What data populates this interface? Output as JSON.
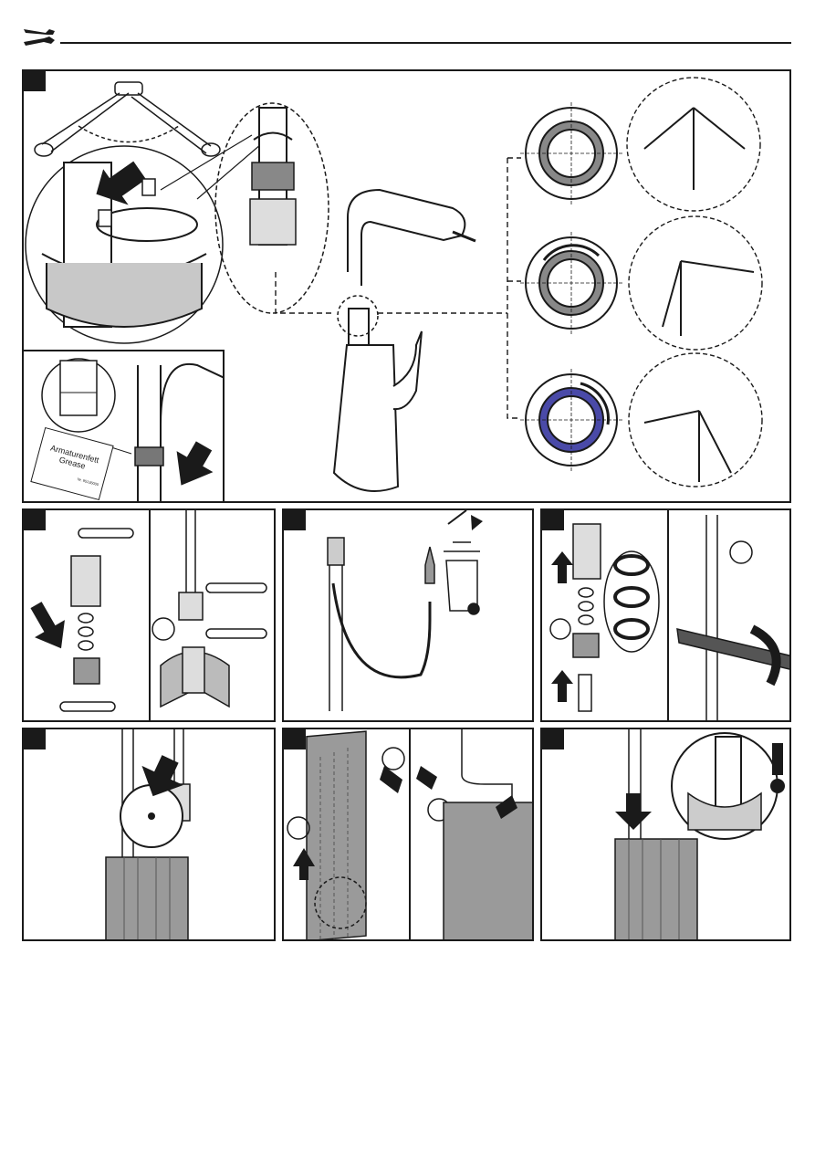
{
  "header": {
    "icon": "tools-icon"
  },
  "grease_card": {
    "line1": "Armaturenfett",
    "line2": "Grease",
    "small": "Nr. 95136000"
  },
  "panels": [
    {
      "id": "step-1",
      "content": "handle rotation and clip adjustment"
    },
    {
      "id": "step-2",
      "content": "remove connector and seals"
    },
    {
      "id": "step-3",
      "content": "dispose of hose insert"
    },
    {
      "id": "step-4",
      "content": "mount seals and tighten connector"
    },
    {
      "id": "step-5",
      "content": "attach weight"
    },
    {
      "id": "step-6",
      "content": "assemble weight rail"
    },
    {
      "id": "step-7",
      "content": "clip rail to hose"
    }
  ],
  "colors": {
    "ink": "#1a1a1a",
    "rail_gray": "#9a9a9a",
    "dark_gray": "#555555",
    "highlight_blue": "#4a4aa8"
  }
}
